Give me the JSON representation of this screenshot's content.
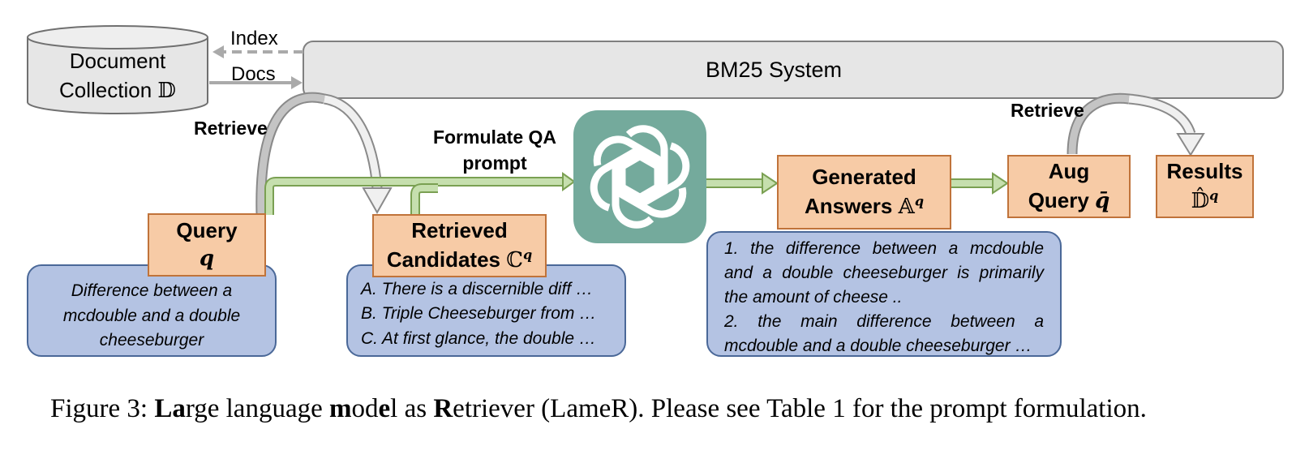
{
  "document_collection": {
    "line1": "Document",
    "line2": "Collection",
    "symbol": "𝔻"
  },
  "bm25": {
    "label": "BM25 System"
  },
  "arrows": {
    "index": "Index",
    "docs": "Docs",
    "retrieve_left": "Retrieve",
    "retrieve_right": "Retrieve",
    "formulate_line1": "Formulate QA",
    "formulate_line2": "prompt"
  },
  "query": {
    "title": "Query",
    "symbol": "q",
    "text": "Difference between a mcdouble and a double cheeseburger"
  },
  "candidates": {
    "line1": "Retrieved",
    "line2": "Candidates",
    "symbol": "ℂ",
    "sup": "q",
    "items": [
      "A. There is a discernible diff  …",
      "B. Triple Cheeseburger from …",
      "C. At first glance, the double …"
    ]
  },
  "answers": {
    "line1": "Generated",
    "line2": "Answers",
    "symbol": "𝔸",
    "sup": "q",
    "items": [
      "1. the difference between a mcdouble",
      "and a double cheeseburger is primarily",
      "the amount  of cheese ..",
      "2. the main difference between a",
      "mcdouble and a double cheeseburger …"
    ]
  },
  "aug_query": {
    "line1": "Aug",
    "line2": "Query",
    "symbol": "q̄"
  },
  "results": {
    "line1": "Results",
    "symbol": "𝔻̂",
    "sup": "q"
  },
  "llm": {
    "icon": "openai-logo-icon",
    "color": "#74aa9c"
  },
  "caption": {
    "prefix": "Figure 3: ",
    "p1b": "La",
    "p1": "rge language ",
    "p2b": "m",
    "p2": "od",
    "p3b": "e",
    "p3": "l as ",
    "p4b": "R",
    "p4": "etriever (LameR). Please see Table 1 for the prompt formulation."
  }
}
